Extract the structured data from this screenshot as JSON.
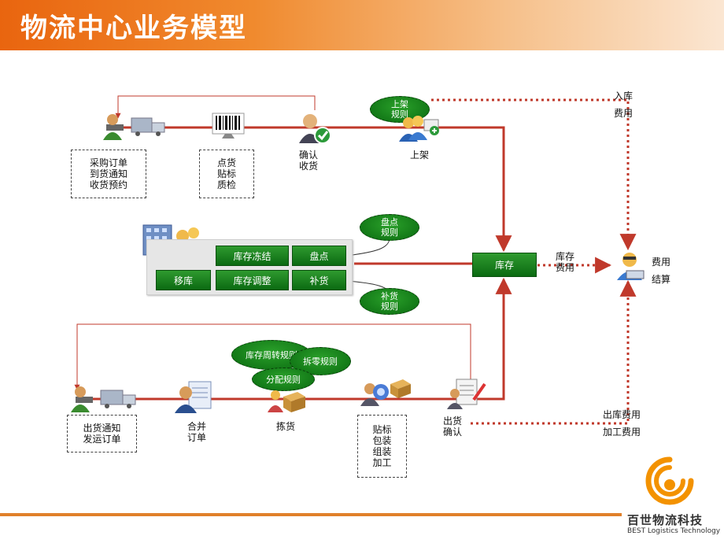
{
  "title": "物流中心业务模型",
  "inbound": {
    "docs": [
      "采购订单",
      "到货通知",
      "收货预约"
    ],
    "check": [
      "点货",
      "贴标",
      "质检"
    ],
    "confirm": [
      "确认",
      "收货"
    ],
    "putaway": "上架",
    "putaway_rule": [
      "上架",
      "规则"
    ],
    "fee": [
      "入库",
      "费用"
    ]
  },
  "inventory": {
    "ops": [
      "库存冻结",
      "盘点",
      "移库",
      "库存调整",
      "补货"
    ],
    "count_rule": [
      "盘点",
      "规则"
    ],
    "replenish_rule": [
      "补货",
      "规则"
    ],
    "stock": "库存",
    "stock_fee": [
      "库存",
      "费用"
    ]
  },
  "settlement": [
    "费用",
    "结算"
  ],
  "outbound": {
    "docs": [
      "出货通知",
      "发运订单"
    ],
    "merge": [
      "合并",
      "订单"
    ],
    "pick": "拣货",
    "pack": [
      "贴标",
      "包装",
      "组装",
      "加工"
    ],
    "confirm": [
      "出货",
      "确认"
    ],
    "rules": [
      "库存周转规则",
      "拆零规则",
      "分配规则"
    ],
    "fees": [
      "出库费用",
      "加工费用"
    ]
  },
  "logo": {
    "cn": "百世物流科技",
    "en": "BEST Logistics Technology"
  },
  "colors": {
    "header": "#e9650f",
    "flow": "#c0392b",
    "green": "#0b6a12",
    "logo": "#f39200"
  }
}
